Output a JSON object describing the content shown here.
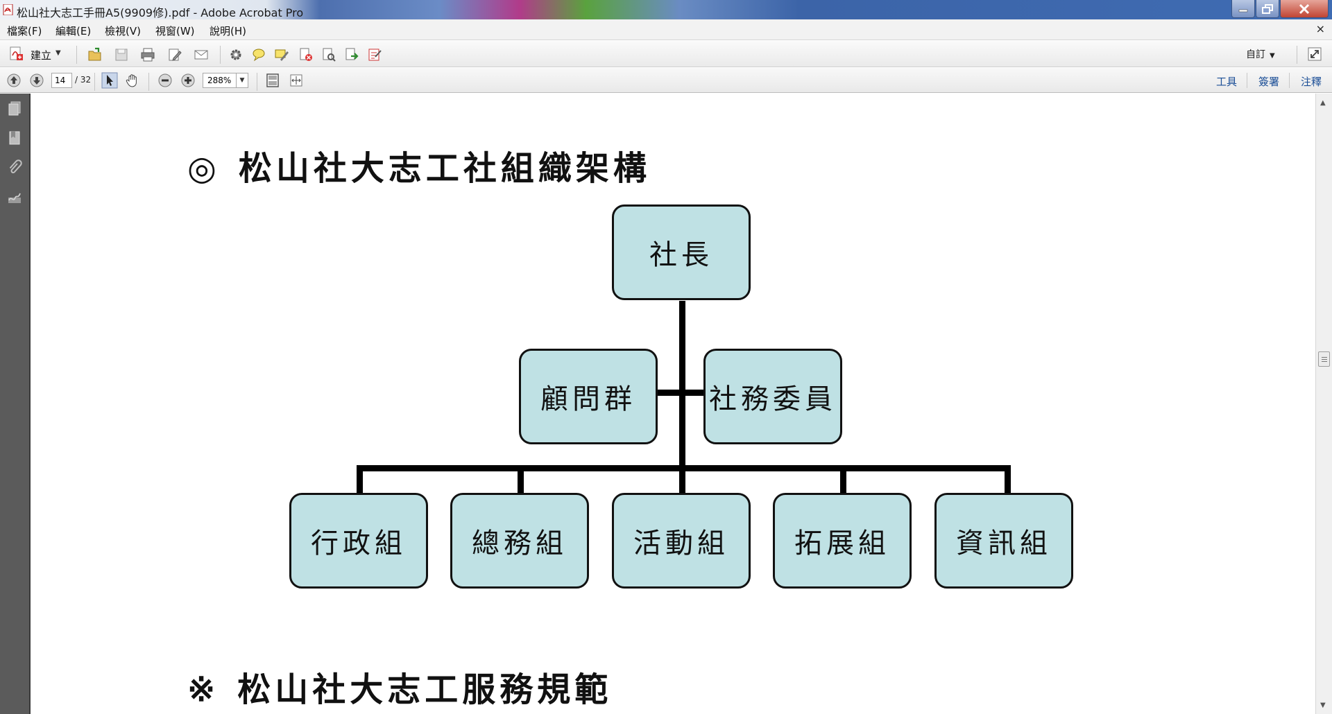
{
  "window": {
    "title": "松山社大志工手冊A5(9909修).pdf - Adobe Acrobat Pro"
  },
  "menu": {
    "items": [
      "檔案(F)",
      "編輯(E)",
      "檢視(V)",
      "視窗(W)",
      "說明(H)"
    ],
    "close": "×"
  },
  "toolbar": {
    "create_label": "建立",
    "custom_label": "自訂"
  },
  "nav": {
    "current_page": "14",
    "total_pages": "/ 32",
    "zoom": "288%",
    "tools_label": "工具",
    "sign_label": "簽署",
    "comment_label": "注釋"
  },
  "document": {
    "heading1_symbol": "◎",
    "heading1_text": "松山社大志工社組織架構",
    "org": {
      "top": "社長",
      "middle_left": "顧問群",
      "middle_right": "社務委員",
      "bottom": [
        "行政組",
        "總務組",
        "活動組",
        "拓展組",
        "資訊組"
      ]
    },
    "heading2_symbol": "※",
    "heading2_text": "松山社大志工服務規範"
  },
  "colors": {
    "org_box_fill": "#bfe1e4",
    "link_blue": "#1b4e96"
  }
}
